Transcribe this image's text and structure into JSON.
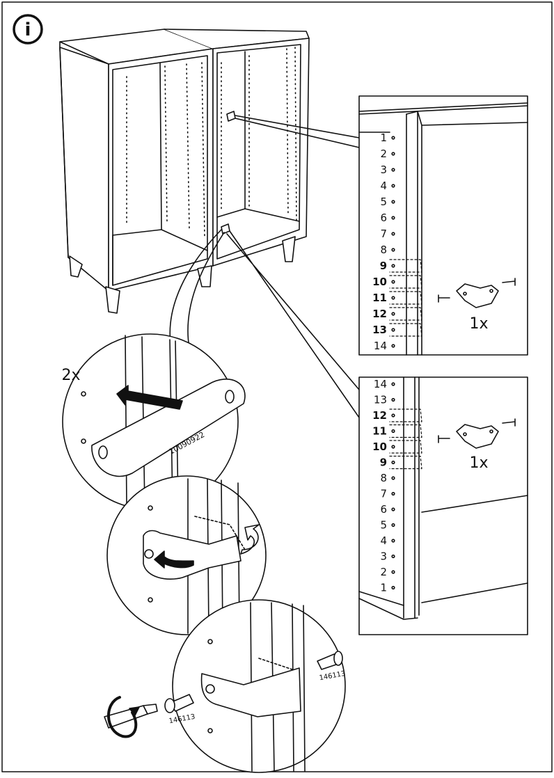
{
  "step": {
    "info_icon_symbol": "i"
  },
  "upper_detail": {
    "hole_numbers": [
      "1",
      "2",
      "3",
      "4",
      "5",
      "6",
      "7",
      "8",
      "9",
      "10",
      "11",
      "12",
      "13",
      "14"
    ],
    "highlighted": [
      "9",
      "10",
      "11",
      "12",
      "13"
    ],
    "quantity": "1x"
  },
  "lower_detail": {
    "hole_numbers": [
      "14",
      "13",
      "12",
      "11",
      "10",
      "9",
      "8",
      "7",
      "6",
      "5",
      "4",
      "3",
      "2",
      "1"
    ],
    "highlighted": [
      "12",
      "11",
      "10",
      "9"
    ],
    "quantity": "1x"
  },
  "bracket_callout": {
    "quantity": "2x",
    "part_number": "10090922"
  },
  "screw_callout": {
    "left_screw_part": "146113",
    "right_screw_part": "146113"
  },
  "icons": [
    "info-icon",
    "push-arrow-icon",
    "rotate-arrow-icon",
    "screwdriver-icon",
    "screw-icon"
  ]
}
